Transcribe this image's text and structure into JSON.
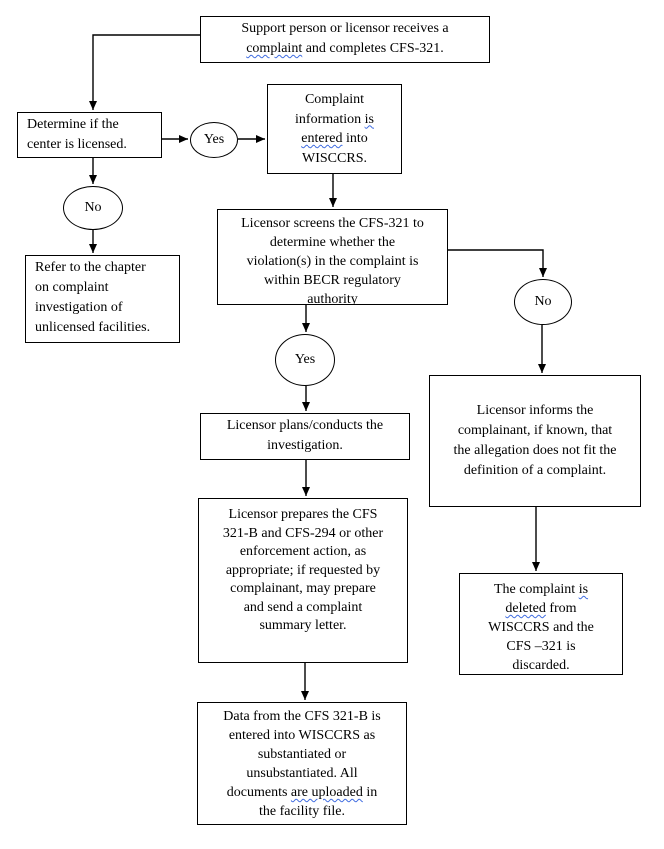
{
  "diagram": {
    "type": "flowchart",
    "background_color": "#ffffff",
    "line_color": "#000000",
    "spellcheck_underline_color": "#3e6be0",
    "nodes": {
      "start": {
        "lines": [
          [
            [
              "Support person or licensor receives a",
              false
            ]
          ],
          [
            [
              "complaint",
              true
            ],
            [
              " and completes CFS-321.",
              false
            ]
          ]
        ]
      },
      "determine": {
        "lines": [
          [
            [
              "Determine if the",
              false
            ]
          ],
          [
            [
              "center is licensed.",
              false
            ]
          ]
        ]
      },
      "yes1": {
        "label": "Yes"
      },
      "no1": {
        "label": "No"
      },
      "wisccrs": {
        "lines": [
          [
            [
              "Complaint",
              false
            ]
          ],
          [
            [
              "information ",
              false
            ],
            [
              "is",
              true
            ]
          ],
          [
            [
              "entered",
              true
            ],
            [
              " into",
              false
            ]
          ],
          [
            [
              "WISCCRS.",
              false
            ]
          ]
        ]
      },
      "refer": {
        "lines": [
          [
            [
              "Refer to the chapter",
              false
            ]
          ],
          [
            [
              "on complaint",
              false
            ]
          ],
          [
            [
              "investigation of",
              false
            ]
          ],
          [
            [
              "unlicensed facilities.",
              false
            ]
          ]
        ]
      },
      "screens": {
        "lines": [
          [
            [
              "Licensor screens the CFS-321 to",
              false
            ]
          ],
          [
            [
              "determine whether the",
              false
            ]
          ],
          [
            [
              "violation(s) in the complaint is",
              false
            ]
          ],
          [
            [
              "within BECR regulatory",
              false
            ]
          ],
          [
            [
              "authority",
              false
            ]
          ]
        ]
      },
      "yes2": {
        "label": "Yes"
      },
      "no2": {
        "label": "No"
      },
      "informs": {
        "lines": [
          [
            [
              "Licensor informs the",
              false
            ]
          ],
          [
            [
              "complainant, if known, that",
              false
            ]
          ],
          [
            [
              "the allegation does not fit the",
              false
            ]
          ],
          [
            [
              "definition of a complaint.",
              false
            ]
          ]
        ]
      },
      "deleted": {
        "lines": [
          [
            [
              "The complaint ",
              false
            ],
            [
              "is",
              true
            ]
          ],
          [
            [
              "deleted",
              true
            ],
            [
              " from",
              false
            ]
          ],
          [
            [
              "WISCCRS and the",
              false
            ]
          ],
          [
            [
              "CFS –321 is",
              false
            ]
          ],
          [
            [
              "discarded.",
              false
            ]
          ]
        ]
      },
      "plans": {
        "lines": [
          [
            [
              "Licensor plans/conducts the",
              false
            ]
          ],
          [
            [
              "investigation.",
              false
            ]
          ]
        ]
      },
      "prepares": {
        "lines": [
          [
            [
              "Licensor prepares the CFS",
              false
            ]
          ],
          [
            [
              "321-B and CFS-294 or other",
              false
            ]
          ],
          [
            [
              "enforcement action, as",
              false
            ]
          ],
          [
            [
              "appropriate; if requested by",
              false
            ]
          ],
          [
            [
              "complainant, may prepare",
              false
            ]
          ],
          [
            [
              "and send a complaint",
              false
            ]
          ],
          [
            [
              "summary letter.",
              false
            ]
          ]
        ]
      },
      "data_entry": {
        "lines": [
          [
            [
              "Data from the CFS 321-B is",
              false
            ]
          ],
          [
            [
              "entered into WISCCRS as",
              false
            ]
          ],
          [
            [
              "substantiated or",
              false
            ]
          ],
          [
            [
              "unsubstantiated. All",
              false
            ]
          ],
          [
            [
              "documents ",
              false
            ],
            [
              "are uploaded",
              true
            ],
            [
              " in",
              false
            ]
          ],
          [
            [
              "the facility file.",
              false
            ]
          ]
        ]
      }
    }
  }
}
